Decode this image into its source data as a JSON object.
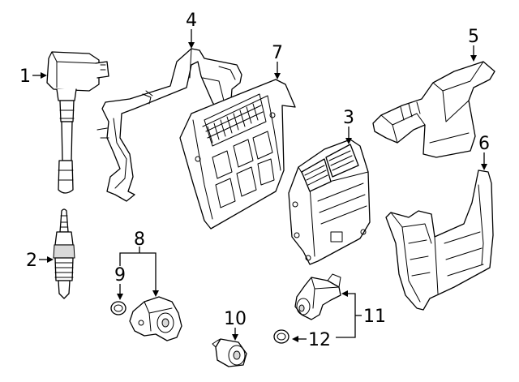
{
  "diagram": {
    "callouts": [
      {
        "id": "1",
        "text": "1"
      },
      {
        "id": "2",
        "text": "2"
      },
      {
        "id": "3",
        "text": "3"
      },
      {
        "id": "4",
        "text": "4"
      },
      {
        "id": "5",
        "text": "5"
      },
      {
        "id": "6",
        "text": "6"
      },
      {
        "id": "7",
        "text": "7"
      },
      {
        "id": "8",
        "text": "8"
      },
      {
        "id": "9",
        "text": "9"
      },
      {
        "id": "10",
        "text": "10"
      },
      {
        "id": "11",
        "text": "11"
      },
      {
        "id": "12",
        "text": "12"
      }
    ],
    "colors": {
      "line": "#000000",
      "background": "#ffffff",
      "shade": "#d9d9d9"
    }
  }
}
